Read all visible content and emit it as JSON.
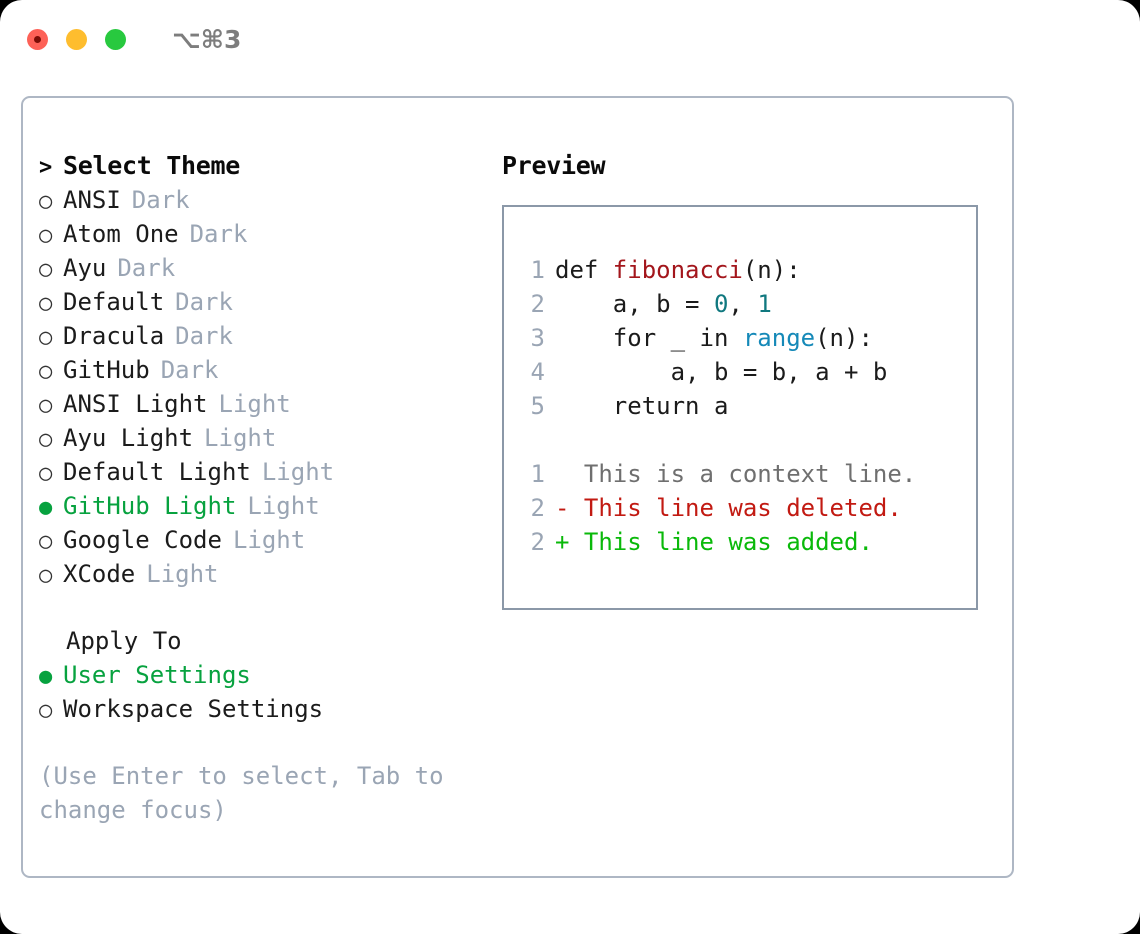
{
  "titlebar": {
    "shortcut": "⌥⌘3",
    "lights": [
      {
        "name": "close",
        "color": "#fd6157"
      },
      {
        "name": "minimize",
        "color": "#febd2e"
      },
      {
        "name": "maximize",
        "color": "#28c93f"
      }
    ]
  },
  "theme_picker": {
    "header": {
      "prefix": ">",
      "label": "Select Theme"
    },
    "items": [
      {
        "bullet": "○",
        "name": "ANSI",
        "variant": "Dark",
        "selected": false
      },
      {
        "bullet": "○",
        "name": "Atom One",
        "variant": "Dark",
        "selected": false
      },
      {
        "bullet": "○",
        "name": "Ayu",
        "variant": "Dark",
        "selected": false
      },
      {
        "bullet": "○",
        "name": "Default",
        "variant": "Dark",
        "selected": false
      },
      {
        "bullet": "○",
        "name": "Dracula",
        "variant": "Dark",
        "selected": false
      },
      {
        "bullet": "○",
        "name": "GitHub",
        "variant": "Dark",
        "selected": false
      },
      {
        "bullet": "○",
        "name": "ANSI Light",
        "variant": "Light",
        "selected": false
      },
      {
        "bullet": "○",
        "name": "Ayu Light",
        "variant": "Light",
        "selected": false
      },
      {
        "bullet": "○",
        "name": "Default Light",
        "variant": "Light",
        "selected": false
      },
      {
        "bullet": "●",
        "name": "GitHub Light",
        "variant": "Light",
        "selected": true
      },
      {
        "bullet": "○",
        "name": "Google Code",
        "variant": "Light",
        "selected": false
      },
      {
        "bullet": "○",
        "name": "XCode",
        "variant": "Light",
        "selected": false
      }
    ]
  },
  "apply_to": {
    "label": "Apply To",
    "options": [
      {
        "bullet": "●",
        "name": "User Settings",
        "selected": true
      },
      {
        "bullet": "○",
        "name": "Workspace Settings",
        "selected": false
      }
    ]
  },
  "hint": "(Use Enter to select, Tab to change focus)",
  "preview": {
    "title": "Preview",
    "code_lines": [
      {
        "lineno": "1",
        "tokens": [
          {
            "text": "def ",
            "kind": "plain"
          },
          {
            "text": "fibonacci",
            "kind": "fn"
          },
          {
            "text": "(n):",
            "kind": "plain"
          }
        ]
      },
      {
        "lineno": "2",
        "tokens": [
          {
            "text": "    a, b = ",
            "kind": "plain"
          },
          {
            "text": "0",
            "kind": "num"
          },
          {
            "text": ", ",
            "kind": "plain"
          },
          {
            "text": "1",
            "kind": "num"
          }
        ]
      },
      {
        "lineno": "3",
        "tokens": [
          {
            "text": "    for _ in ",
            "kind": "plain"
          },
          {
            "text": "range",
            "kind": "builtin"
          },
          {
            "text": "(n):",
            "kind": "plain"
          }
        ]
      },
      {
        "lineno": "4",
        "tokens": [
          {
            "text": "        a, b = b, a + b",
            "kind": "plain"
          }
        ]
      },
      {
        "lineno": "5",
        "tokens": [
          {
            "text": "    return a",
            "kind": "plain"
          }
        ]
      }
    ],
    "diff_lines": [
      {
        "lineno": "1",
        "marker": " ",
        "text": " This is a context line.",
        "kind": "ctx"
      },
      {
        "lineno": "2",
        "marker": "-",
        "text": " This line was deleted.",
        "kind": "del"
      },
      {
        "lineno": "2",
        "marker": "+",
        "text": " This line was added.",
        "kind": "add"
      }
    ]
  },
  "colors": {
    "accent_green": "#07a23f",
    "muted": "#9aa5b4",
    "border": "#aeb7c4",
    "preview_border": "#8b98a8",
    "fn_red": "#a3161c",
    "num_teal": "#10787f",
    "builtin_blue": "#1589b8",
    "diff_add": "#0ab90a",
    "diff_del": "#c21a12",
    "diff_ctx": "#6f6f6f"
  }
}
